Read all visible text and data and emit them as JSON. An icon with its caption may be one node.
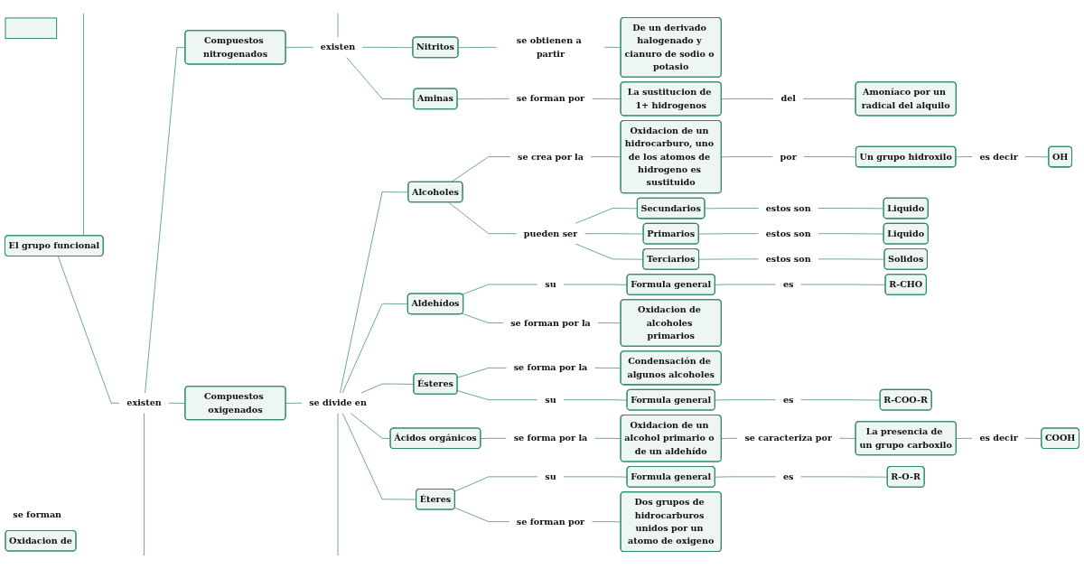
{
  "diagram": {
    "nodes": [
      {
        "text": [],
        "shape": "box"
      },
      {
        "text": [
          "Compuestos nitrogenados"
        ]
      },
      {
        "text": [
          "existen"
        ]
      },
      {
        "text": [
          "Nitritos"
        ]
      },
      {
        "text": [
          "se obtienen a partir"
        ]
      },
      {
        "text": [
          "De un derivado halogenado y cianuro de sodio o potasio"
        ]
      },
      {
        "text": [
          "Aminas"
        ]
      },
      {
        "text": [
          "se forman por"
        ]
      },
      {
        "text": [
          "La sustitucion de 1+ hidrogenos"
        ]
      },
      {
        "text": [
          "del"
        ]
      },
      {
        "text": [
          "Amoníaco por un radical del alquilo"
        ]
      },
      {
        "text": [
          "El grupo funcional"
        ]
      },
      {
        "text": [
          "existen"
        ]
      },
      {
        "text": [
          "Compuestos oxigenados"
        ]
      },
      {
        "text": [
          "se divide en"
        ]
      },
      {
        "text": [
          "Alcoholes"
        ]
      },
      {
        "text": [
          "se crea por la"
        ]
      },
      {
        "text": [
          "Oxidacion de un hidrocarburo, uno de los atomos de hidrogeno es sustituido"
        ]
      },
      {
        "text": [
          "por"
        ]
      },
      {
        "text": [
          "Un grupo hidroxilo"
        ]
      },
      {
        "text": [
          "es decir"
        ]
      },
      {
        "text": [
          "OH"
        ]
      },
      {
        "text": [
          "pueden ser"
        ]
      },
      {
        "text": [
          "Secundarios"
        ]
      },
      {
        "text": [
          "estos son"
        ]
      },
      {
        "text": [
          "Liquido"
        ]
      },
      {
        "text": [
          "Primarios"
        ]
      },
      {
        "text": [
          "estos son"
        ]
      },
      {
        "text": [
          "Liquido"
        ]
      },
      {
        "text": [
          "Terciarios"
        ]
      },
      {
        "text": [
          "estos son"
        ]
      },
      {
        "text": [
          "Solidos"
        ]
      },
      {
        "text": [
          "Aldehídos"
        ]
      },
      {
        "text": [
          "su"
        ]
      },
      {
        "text": [
          "Formula general"
        ]
      },
      {
        "text": [
          "es"
        ]
      },
      {
        "text": [
          "R-CHO"
        ]
      },
      {
        "text": [
          "se forman por la"
        ]
      },
      {
        "text": [
          "Oxidacion de alcoholes primarios"
        ]
      },
      {
        "text": [
          "Ésteres"
        ]
      },
      {
        "text": [
          "se forma por la"
        ]
      },
      {
        "text": [
          "Condensación de algunos alcoholes"
        ]
      },
      {
        "text": [
          "su"
        ]
      },
      {
        "text": [
          "Formula general"
        ]
      },
      {
        "text": [
          "es"
        ]
      },
      {
        "text": [
          "R-COO-R"
        ]
      },
      {
        "text": [
          "Ácidos orgánicos"
        ]
      },
      {
        "text": [
          "se forma por la"
        ]
      },
      {
        "text": [
          "Oxidacion de un alcohol primario o de un aldehído"
        ]
      },
      {
        "text": [
          "se caracteriza por"
        ]
      },
      {
        "text": [
          "La presencia de un grupo carboxilo"
        ]
      },
      {
        "text": [
          "es decir"
        ]
      },
      {
        "text": [
          "COOH"
        ]
      },
      {
        "text": [
          "Éteres"
        ]
      },
      {
        "text": [
          "su"
        ]
      },
      {
        "text": [
          "Formula general"
        ]
      },
      {
        "text": [
          "es"
        ]
      },
      {
        "text": [
          "R-O-R"
        ]
      },
      {
        "text": [
          "se forman por"
        ]
      },
      {
        "text": [
          "Dos grupos de hidrocarburos unidos por un atomo de oxigeno"
        ]
      },
      {
        "text": [
          "se forman"
        ]
      },
      {
        "text": [
          "Oxidacion de"
        ]
      }
    ],
    "edges": [
      {
        "from": 11,
        "to": null,
        "arrow": "none"
      },
      {
        "from": 11,
        "to": 12,
        "arrow": "none"
      },
      {
        "from": 12,
        "to": 1,
        "arrow": "none"
      },
      {
        "from": 12,
        "to": 13,
        "arrow": "none"
      },
      {
        "from": 12,
        "to": null,
        "arrow": "none"
      },
      {
        "from": 1,
        "to": 2,
        "arrow": "none"
      },
      {
        "from": 2,
        "to": null,
        "arrow": "none"
      },
      {
        "from": 2,
        "to": 3,
        "arrow": "none"
      },
      {
        "from": 2,
        "to": 6,
        "arrow": "none"
      },
      {
        "from": 3,
        "to": 4,
        "arrow": "none"
      },
      {
        "from": 4,
        "to": 5,
        "arrow": "none"
      },
      {
        "from": 6,
        "to": 7,
        "arrow": "none"
      },
      {
        "from": 7,
        "to": 8,
        "arrow": "none"
      },
      {
        "from": 8,
        "to": 9,
        "arrow": "none"
      },
      {
        "from": 9,
        "to": 10,
        "arrow": "none"
      },
      {
        "from": 13,
        "to": 14,
        "arrow": "none"
      },
      {
        "from": 14,
        "to": 15,
        "arrow": "none"
      },
      {
        "from": 14,
        "to": 32,
        "arrow": "none"
      },
      {
        "from": 14,
        "to": 39,
        "arrow": "none"
      },
      {
        "from": 14,
        "to": 46,
        "arrow": "none"
      },
      {
        "from": 14,
        "to": 53,
        "arrow": "none"
      },
      {
        "from": 14,
        "to": null,
        "arrow": "none"
      },
      {
        "from": 15,
        "to": 16,
        "arrow": "none"
      },
      {
        "from": 16,
        "to": 17,
        "arrow": "none"
      },
      {
        "from": 17,
        "to": 18,
        "arrow": "none"
      },
      {
        "from": 18,
        "to": 19,
        "arrow": "none"
      },
      {
        "from": 19,
        "to": 20,
        "arrow": "none"
      },
      {
        "from": 20,
        "to": 21,
        "arrow": "none"
      },
      {
        "from": 15,
        "to": 22,
        "arrow": "none"
      },
      {
        "from": 22,
        "to": 23,
        "arrow": "none"
      },
      {
        "from": 22,
        "to": 26,
        "arrow": "none"
      },
      {
        "from": 22,
        "to": 29,
        "arrow": "none"
      },
      {
        "from": 23,
        "to": 24,
        "arrow": "none"
      },
      {
        "from": 24,
        "to": 25,
        "arrow": "none"
      },
      {
        "from": 26,
        "to": 27,
        "arrow": "none"
      },
      {
        "from": 27,
        "to": 28,
        "arrow": "none"
      },
      {
        "from": 29,
        "to": 30,
        "arrow": "none"
      },
      {
        "from": 30,
        "to": 31,
        "arrow": "none"
      },
      {
        "from": 32,
        "to": 33,
        "arrow": "none"
      },
      {
        "from": 33,
        "to": 34,
        "arrow": "none"
      },
      {
        "from": 34,
        "to": 35,
        "arrow": "none"
      },
      {
        "from": 35,
        "to": 36,
        "arrow": "none"
      },
      {
        "from": 32,
        "to": 37,
        "arrow": "none"
      },
      {
        "from": 37,
        "to": 38,
        "arrow": "none"
      },
      {
        "from": 39,
        "to": 40,
        "arrow": "none"
      },
      {
        "from": 40,
        "to": 41,
        "arrow": "none"
      },
      {
        "from": 39,
        "to": 42,
        "arrow": "none"
      },
      {
        "from": 42,
        "to": 43,
        "arrow": "none"
      },
      {
        "from": 43,
        "to": 44,
        "arrow": "none"
      },
      {
        "from": 44,
        "to": 45,
        "arrow": "none"
      },
      {
        "from": 46,
        "to": 47,
        "arrow": "none"
      },
      {
        "from": 47,
        "to": 48,
        "arrow": "none"
      },
      {
        "from": 48,
        "to": 49,
        "arrow": "none"
      },
      {
        "from": 49,
        "to": 50,
        "arrow": "none"
      },
      {
        "from": 50,
        "to": 51,
        "arrow": "none"
      },
      {
        "from": 51,
        "to": 52,
        "arrow": "none"
      },
      {
        "from": 53,
        "to": 54,
        "arrow": "none"
      },
      {
        "from": 54,
        "to": 55,
        "arrow": "none"
      },
      {
        "from": 55,
        "to": 56,
        "arrow": "none"
      },
      {
        "from": 56,
        "to": 57,
        "arrow": "none"
      },
      {
        "from": 53,
        "to": 58,
        "arrow": "none"
      },
      {
        "from": 58,
        "to": 59,
        "arrow": "none"
      }
    ]
  }
}
